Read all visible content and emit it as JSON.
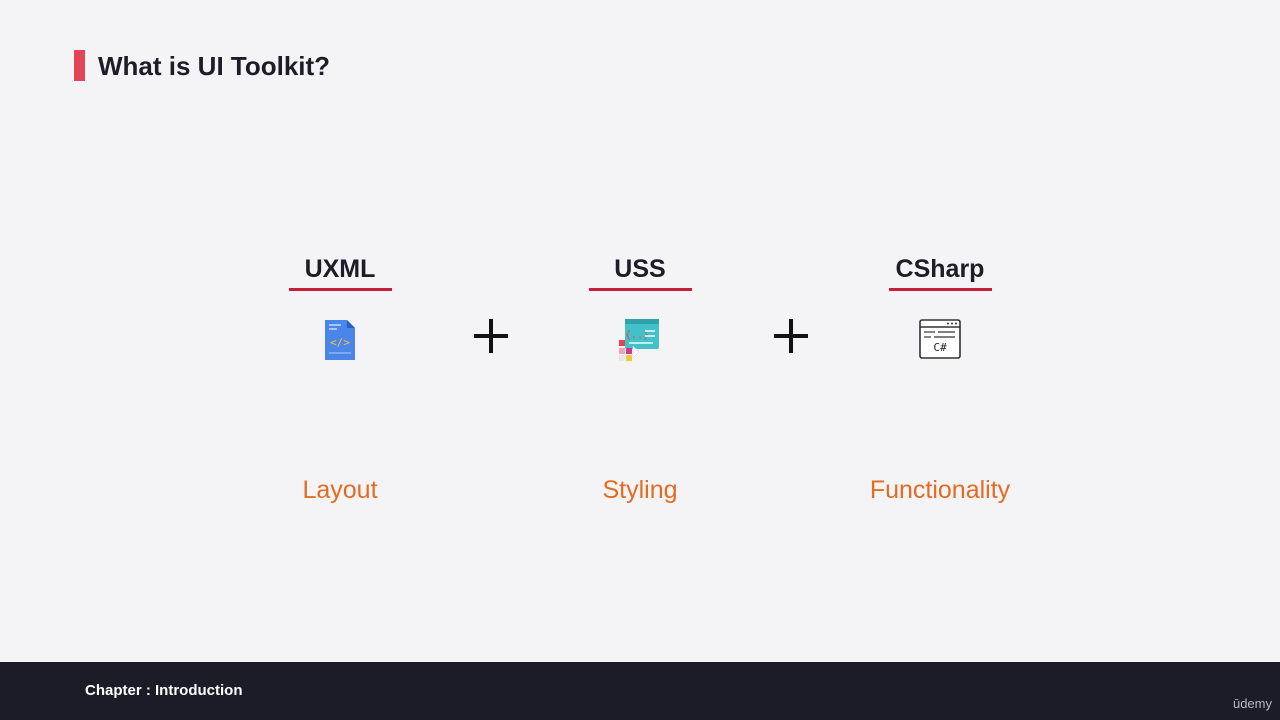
{
  "slide": {
    "title": "What is UI Toolkit?"
  },
  "columns": [
    {
      "heading": "UXML",
      "icon": "xml-file-icon",
      "caption": "Layout"
    },
    {
      "heading": "USS",
      "icon": "stylesheet-icon",
      "caption": "Styling"
    },
    {
      "heading": "CSharp",
      "icon": "csharp-window-icon",
      "caption": "Functionality"
    }
  ],
  "footer": {
    "chapter": "Chapter : Introduction",
    "watermark": "ūdemy"
  },
  "colors": {
    "accent_red": "#e24555",
    "underline_red": "#c41e3a",
    "caption_orange": "#e26c22",
    "footer_bg": "#1b1c27",
    "background": "#f4f3f5"
  }
}
